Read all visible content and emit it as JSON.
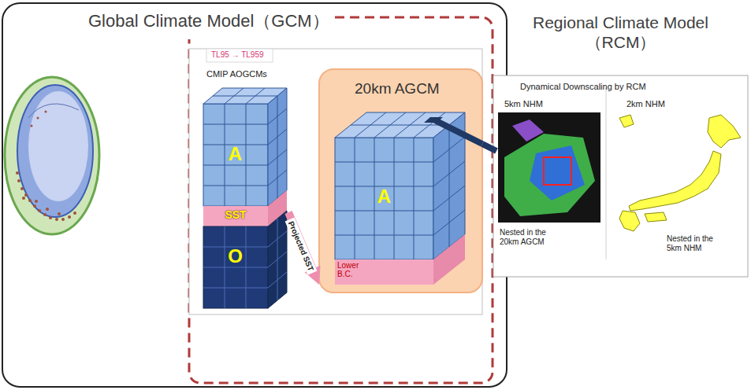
{
  "diagram": {
    "nodes": [
      {
        "text": [
          "Global Climate Model（GCM）"
        ]
      },
      {
        "text": [
          "CMIP AOGCMs",
          "A",
          "SST",
          "O"
        ],
        "in": 0
      },
      {
        "text": [
          "20km AGCM",
          "A",
          "Lower B.C."
        ],
        "in": 0
      },
      {
        "text": [
          "Regional Climate Model （RCM）",
          "Dynamical Downscaling by RCM"
        ]
      },
      {
        "text": [
          "5km NHM",
          "Nested in the 20km AGCM"
        ],
        "in": 3
      },
      {
        "text": [
          "2km NHM",
          "Nested in the 5km NHM"
        ],
        "in": 3
      }
    ],
    "edges": [
      {
        "from": 1,
        "to": 2,
        "arrow": "to",
        "label": "Projected SST"
      },
      {
        "from": 2,
        "to": 4,
        "arrow": "none"
      }
    ],
    "labels": [
      "TL95 → TL959"
    ]
  }
}
